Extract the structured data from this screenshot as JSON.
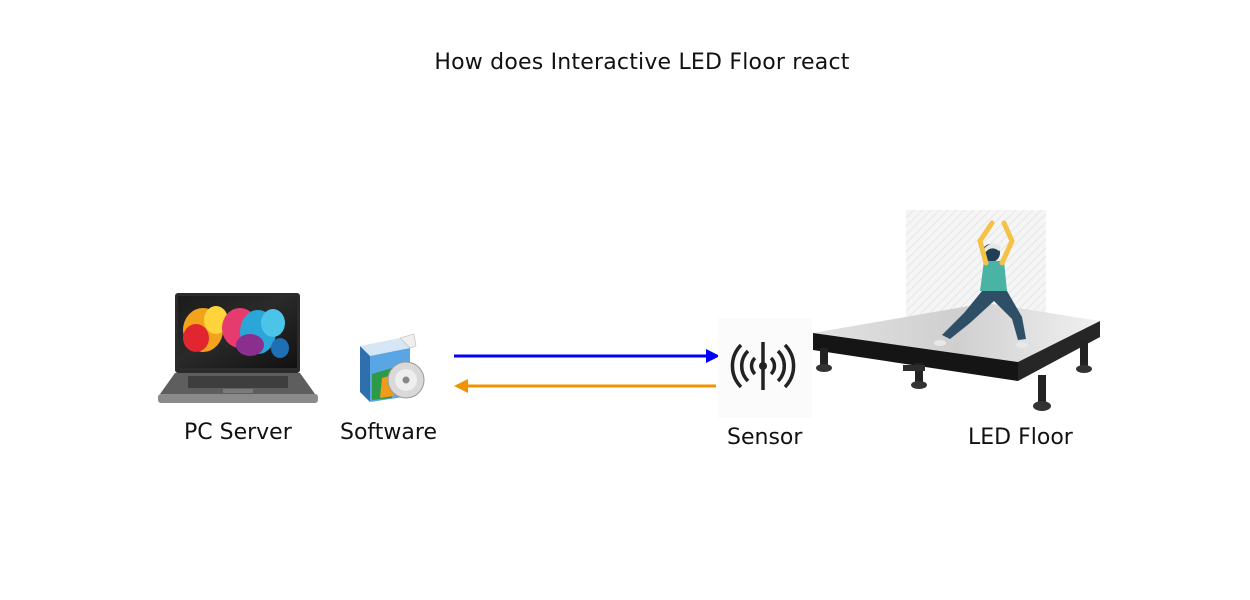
{
  "title": "How does Interactive LED Floor react",
  "nodes": {
    "pc_server": "PC Server",
    "software": "Software",
    "sensor": "Sensor",
    "led_floor": "LED Floor"
  },
  "icons": {
    "pc_server": "laptop-icon",
    "software": "software-box-icon",
    "sensor": "wireless-sensor-icon",
    "led_floor": "led-floor-platform-icon"
  },
  "arrows": {
    "to_sensor_color": "#0000ff",
    "to_software_color": "#f39200"
  }
}
